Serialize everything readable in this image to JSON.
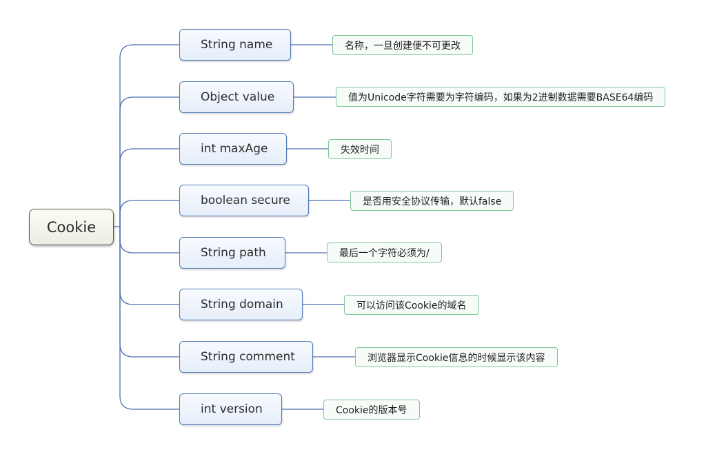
{
  "root": {
    "label": "Cookie"
  },
  "fields": [
    {
      "name": "String name",
      "note": "名称，一旦创建便不可更改"
    },
    {
      "name": "Object value",
      "note": "值为Unicode字符需要为字符编码，如果为2进制数据需要BASE64编码"
    },
    {
      "name": "int maxAge",
      "note": "失效时间"
    },
    {
      "name": "boolean secure",
      "note": "是否用安全协议传输，默认false"
    },
    {
      "name": "String path",
      "note": "最后一个字符必须为/"
    },
    {
      "name": "String domain",
      "note": "可以访问该Cookie的域名"
    },
    {
      "name": "String comment",
      "note": "浏览器显示Cookie信息的时候显示该内容"
    },
    {
      "name": "int version",
      "note": "Cookie的版本号"
    }
  ],
  "colors": {
    "branch_line": "#4a72b4",
    "field_border": "#5279b6",
    "note_border": "#7fc59a",
    "root_border": "#565656"
  }
}
